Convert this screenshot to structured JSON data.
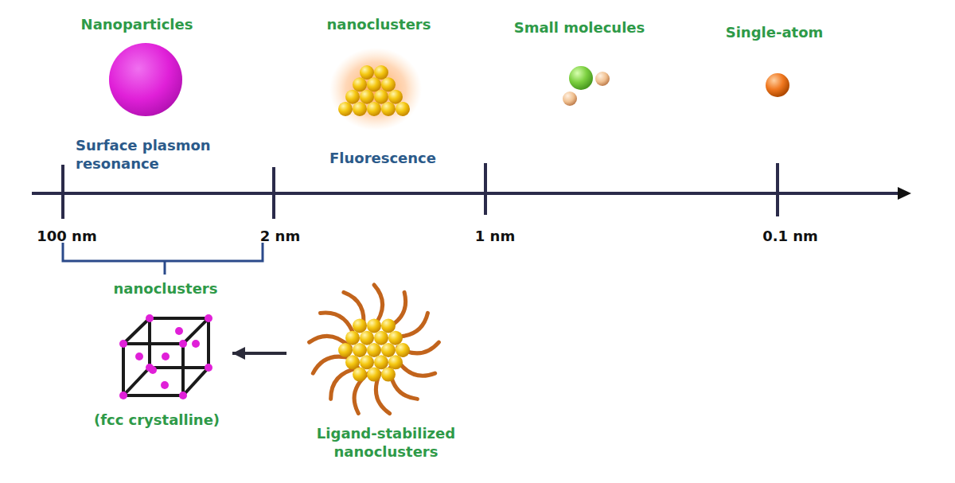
{
  "diagram": {
    "nodes": [
      {
        "text": [
          "(fcc crystalline)"
        ]
      },
      {
        "text": [
          "Ligand-stabilized nanoclusters"
        ]
      }
    ],
    "edges": [
      {
        "from": 1,
        "to": 0,
        "arrow": "to"
      }
    ],
    "labels": [
      "Nanoparticles",
      "nanoclusters",
      "Small molecules",
      "Single-atom",
      "Surface plasmon resonance",
      "Fluorescence",
      "100 nm",
      "2 nm",
      "1 nm",
      "0.1 nm",
      "nanoclusters"
    ]
  }
}
